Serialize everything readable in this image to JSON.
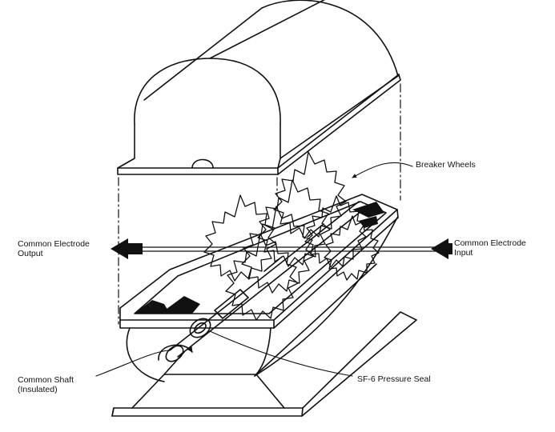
{
  "labels": {
    "breaker_wheels": "Breaker Wheels",
    "output_line1": "Common Electrode",
    "output_line2": "Output",
    "input_line1": "Common Electrode",
    "input_line2": "Input",
    "shaft_line1": "Common Shaft",
    "shaft_line2": "(Insulated)",
    "seal": "SF-6 Pressure Seal"
  },
  "colors": {
    "ink": "#111111",
    "background": "#ffffff"
  }
}
